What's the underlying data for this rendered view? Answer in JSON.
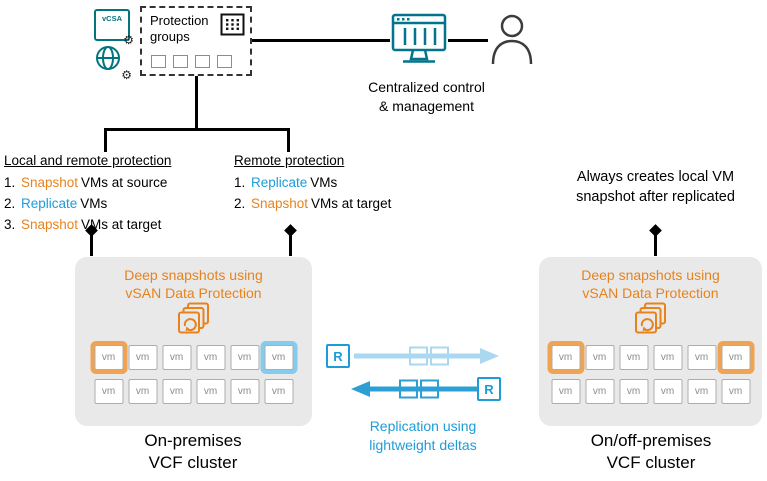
{
  "colors": {
    "teal": "#00747F",
    "orange": "#E8821C",
    "blue": "#1E9CD7",
    "light_blue": "#A9D8F0",
    "box_gray": "#E9E9E9"
  },
  "icons": {
    "gear": "⚙"
  },
  "top": {
    "vcsa_label": "vCSA",
    "protection_groups_label": "Protection groups",
    "central_label": "Centralized control\n&  management"
  },
  "columns": {
    "local": {
      "title": "Local and remote protection",
      "items": [
        {
          "num": "1.",
          "action": "Snapshot",
          "color": "orange",
          "rest": "VMs at source"
        },
        {
          "num": "2.",
          "action": "Replicate",
          "color": "blue",
          "rest": "VMs"
        },
        {
          "num": "3.",
          "action": "Snapshot",
          "color": "orange",
          "rest": "VMs at target"
        }
      ]
    },
    "remote": {
      "title": "Remote protection",
      "items": [
        {
          "num": "1.",
          "action": "Replicate",
          "color": "blue",
          "rest": "VMs"
        },
        {
          "num": "2.",
          "action": "Snapshot",
          "color": "orange",
          "rest": "VMs at target"
        }
      ]
    },
    "note": "Always creates local VM\nsnapshot after replicated"
  },
  "clusters": {
    "vm_label": "vm",
    "caption": "Deep snapshots using\nvSAN Data Protection",
    "left": {
      "label": "On-premises\nVCF cluster",
      "vm_highlights": {
        "0": "orange",
        "5": "blue"
      }
    },
    "right": {
      "label": "On/off-premises\nVCF cluster",
      "vm_highlights": {
        "0": "orange",
        "5": "orange"
      }
    }
  },
  "replication": {
    "badge": "R",
    "label": "Replication using\nlightweight deltas"
  }
}
